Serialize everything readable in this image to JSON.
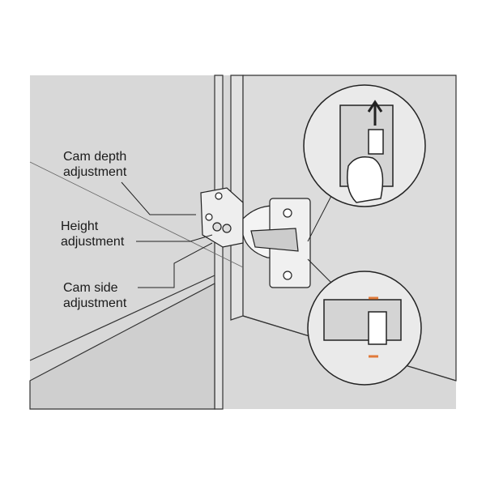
{
  "labels": {
    "cam_depth": [
      "Cam depth",
      "adjustment"
    ],
    "height": [
      "Height",
      "adjustment"
    ],
    "cam_side": [
      "Cam side",
      "adjustment"
    ]
  },
  "colors": {
    "background_panel": "#d8d8d8",
    "cabinet_face": "#e3e3e3",
    "outline": "#222222",
    "indicator": "#e07a3a"
  }
}
